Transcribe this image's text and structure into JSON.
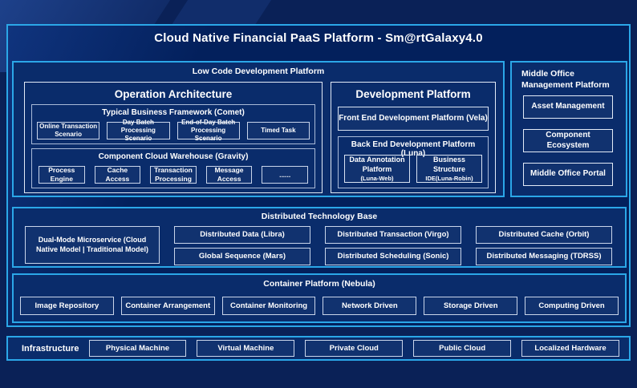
{
  "title": "Cloud Native Financial PaaS Platform - Sm@rtGalaxy4.0",
  "colors": {
    "background": "#0A2157",
    "main_fill": "#03205C",
    "section_fill": "#0A2C6B",
    "accent_border": "#2BA7E8",
    "light_border": "#E3EBF7",
    "text": "#FFFFFF"
  },
  "low_code": {
    "title": "Low Code Development Platform",
    "operation_architecture": {
      "title": "Operation Architecture",
      "typical_business_framework": {
        "title": "Typical Business Framework (Comet)",
        "items": [
          "Online Transaction Scenario",
          "Day Batch Processing Scenario",
          "End-of-Day Batch Processing Scenario",
          "Timed Task"
        ]
      },
      "component_cloud_warehouse": {
        "title": "Component Cloud Warehouse (Gravity)",
        "items": [
          "Process Engine",
          "Cache Access",
          "Transaction Processing",
          "Message Access",
          "......"
        ]
      }
    },
    "development_platform": {
      "title": "Development Platform",
      "front_end": "Front End Development Platform (Vela)",
      "back_end": {
        "title": "Back End Development Platform (Luna)",
        "items": [
          {
            "name": "Data Annotation Platform",
            "tag": "(Luna-Web)"
          },
          {
            "name": "Business Structure",
            "tag": "IDE(Luna-Robin)"
          }
        ]
      }
    }
  },
  "middle_office": {
    "title": "Middle Office Management Platform",
    "items": [
      "Asset Management",
      "Component Ecosystem",
      "Middle Office Portal"
    ]
  },
  "distributed_technology_base": {
    "title": "Distributed Technology Base",
    "dual_mode": "Dual-Mode Microservice (Cloud Native Model | Traditional Model)",
    "items": [
      "Distributed Data (Libra)",
      "Global Sequence (Mars)",
      "Distributed Transaction (Virgo)",
      "Distributed Scheduling (Sonic)",
      "Distributed Cache (Orbit)",
      "Distributed Messaging (TDRSS)"
    ]
  },
  "container_platform": {
    "title": "Container Platform (Nebula)",
    "items": [
      "Image Repository",
      "Container Arrangement",
      "Container Monitoring",
      "Network Driven",
      "Storage Driven",
      "Computing Driven"
    ]
  },
  "infrastructure": {
    "label": "Infrastructure",
    "items": [
      "Physical Machine",
      "Virtual Machine",
      "Private Cloud",
      "Public Cloud",
      "Localized Hardware"
    ]
  }
}
